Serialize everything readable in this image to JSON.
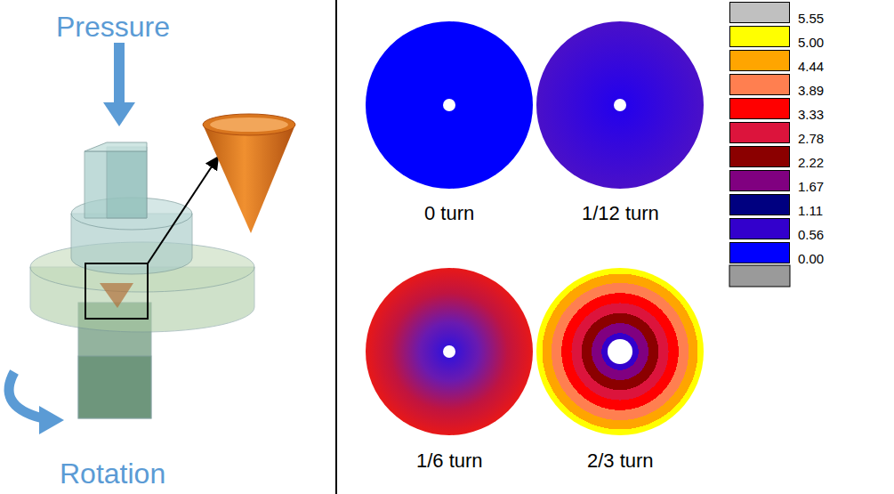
{
  "diagram": {
    "labels": [
      "Pressure",
      "Rotation",
      "0 turn",
      "1/12 turn",
      "1/6 turn",
      "2/3 turn"
    ],
    "legend": [
      {
        "text": "5.55",
        "color": "#c0c0c0"
      },
      {
        "text": "5.00",
        "color": "#ffff00"
      },
      {
        "text": "4.44",
        "color": "#ffa500"
      },
      {
        "text": "3.89",
        "color": "#ff7f50"
      },
      {
        "text": "3.33",
        "color": "#ff0000"
      },
      {
        "text": "2.78",
        "color": "#dc143c"
      },
      {
        "text": "2.22",
        "color": "#8b0000"
      },
      {
        "text": "1.67",
        "color": "#800080"
      },
      {
        "text": "1.11",
        "color": "#000080"
      },
      {
        "text": "0.56",
        "color": "#3300cc"
      },
      {
        "text": "0.00",
        "color": "#0000ff"
      }
    ]
  }
}
